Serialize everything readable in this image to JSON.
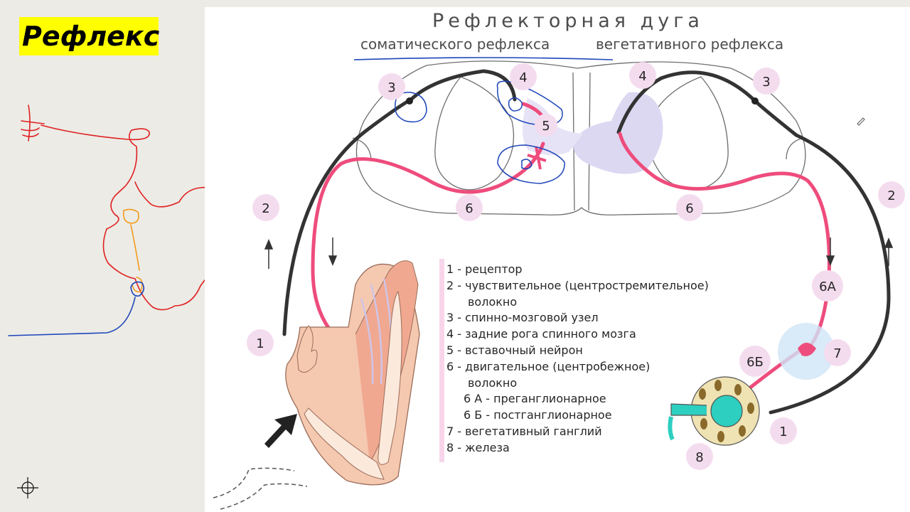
{
  "side_label": "Рефлекс",
  "title": "Рефлекторная  дуга",
  "subtitle_somatic": "соматического рефлекса",
  "subtitle_vegetative": "вегетативного рефлекса",
  "legend": [
    "1 - рецептор",
    "2 - чувствительное  (центростремительное)",
    "волокно",
    "3 - спинно-мозговой узел",
    "4 - задние рога спинного мозга",
    "5 - вставочный нейрон",
    "6 - двигательное (центробежное)",
    "волокно",
    "6 А - преганглионарное",
    "6 Б - постганглионарное",
    "7 - вегетативный ганглий",
    "8 - железа"
  ],
  "badges": {
    "b1_left": "1",
    "b2_left": "2",
    "b3_left": "3",
    "b4_left": "4",
    "b5": "5",
    "b6_left": "6",
    "b4_right": "4",
    "b3_right": "3",
    "b6_right": "6",
    "b2_right": "2",
    "b6a": "6А",
    "b7": "7",
    "b6b": "6Б",
    "b1_right": "1",
    "b8": "8"
  },
  "colors": {
    "background": "#ecebe6",
    "highlight": "#ffff00",
    "motor_fiber": "#ee4c7c",
    "sensory_fiber": "#333333",
    "badge": "#f4dcef",
    "gray_matter": "#dcd8f2",
    "ink_blue": "#1d45b9",
    "ink_red": "#e02020",
    "ink_orange": "#f39b1a"
  }
}
